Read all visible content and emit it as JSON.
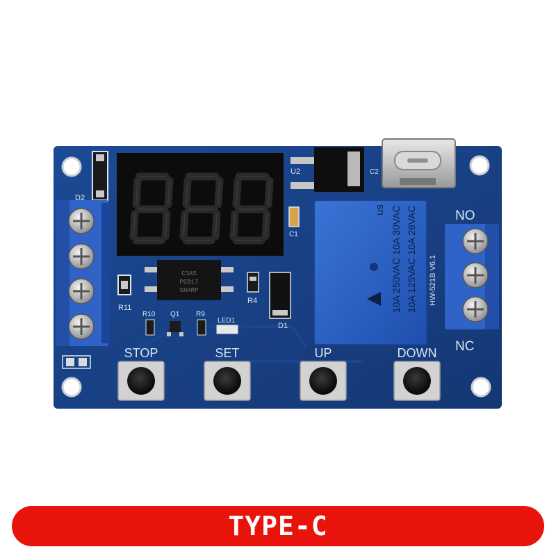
{
  "product": {
    "banner_label": "TYPE-C"
  },
  "board": {
    "model": "HW-521B  V6.1",
    "labels": {
      "stop": "STOP",
      "set": "SET",
      "up": "UP",
      "down": "DOWN",
      "no": "NO",
      "nc": "NC",
      "d1": "D1",
      "d2": "D2",
      "u2": "U2",
      "c1": "C1",
      "c2": "C2",
      "q1": "Q1",
      "r4": "R4",
      "r9": "R9",
      "r10": "R10",
      "r11": "R11",
      "led1": "LED1"
    },
    "display": {
      "digits": "888"
    },
    "relay": {
      "cert": "us",
      "rating1": "10A 250VAC 10A 30VAC",
      "rating2": "10A 125VAC 10A 28VAC"
    },
    "chip": {
      "line1": "C3A5",
      "line2": "PCB17",
      "line3": "SHARP"
    }
  },
  "colors": {
    "pcb": "#173f86",
    "terminal": "#2f63c8",
    "relay": "#2b63c4",
    "banner": "#e8140c",
    "segment": "#2a2a2a"
  }
}
